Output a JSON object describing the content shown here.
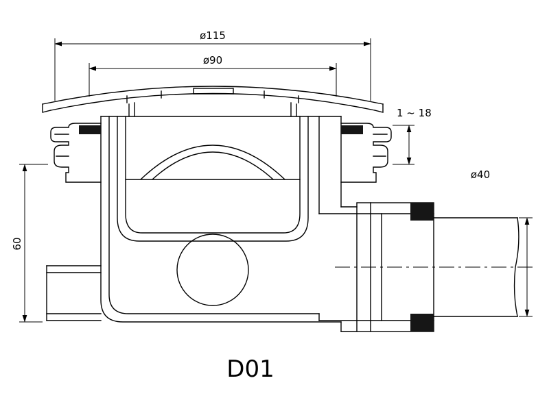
{
  "drawing": {
    "label": "D01",
    "dimensions": {
      "top_outer_diameter": "ø115",
      "top_inner_diameter": "ø90",
      "adjustment_range": "1 ~ 18",
      "outlet_diameter": "ø40",
      "body_height": "60"
    }
  },
  "colors": {
    "line": "#000000",
    "background": "#ffffff"
  }
}
